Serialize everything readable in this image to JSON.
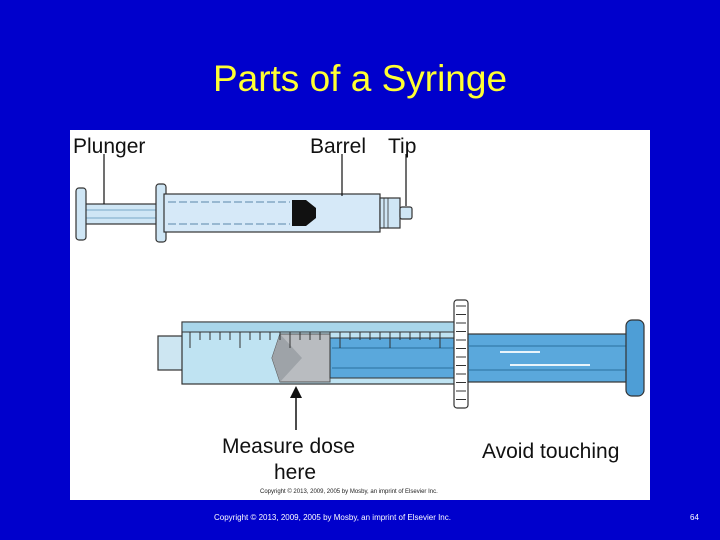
{
  "slide": {
    "title": "Parts of a Syringe",
    "footer_copyright": "Copyright © 2013, 2009, 2005 by Mosby, an imprint of Elsevier Inc.",
    "page_number": "64",
    "background_color": "#0000cc",
    "title_color": "#ffff33"
  },
  "figure": {
    "labels": {
      "plunger": "Plunger",
      "barrel": "Barrel",
      "tip": "Tip",
      "measure_dose_line1": "Measure dose",
      "measure_dose_line2": "here",
      "avoid_touching": "Avoid touching"
    },
    "image_credit": "Copyright © 2013, 2009, 2005 by Mosby, an imprint of Elsevier Inc."
  }
}
